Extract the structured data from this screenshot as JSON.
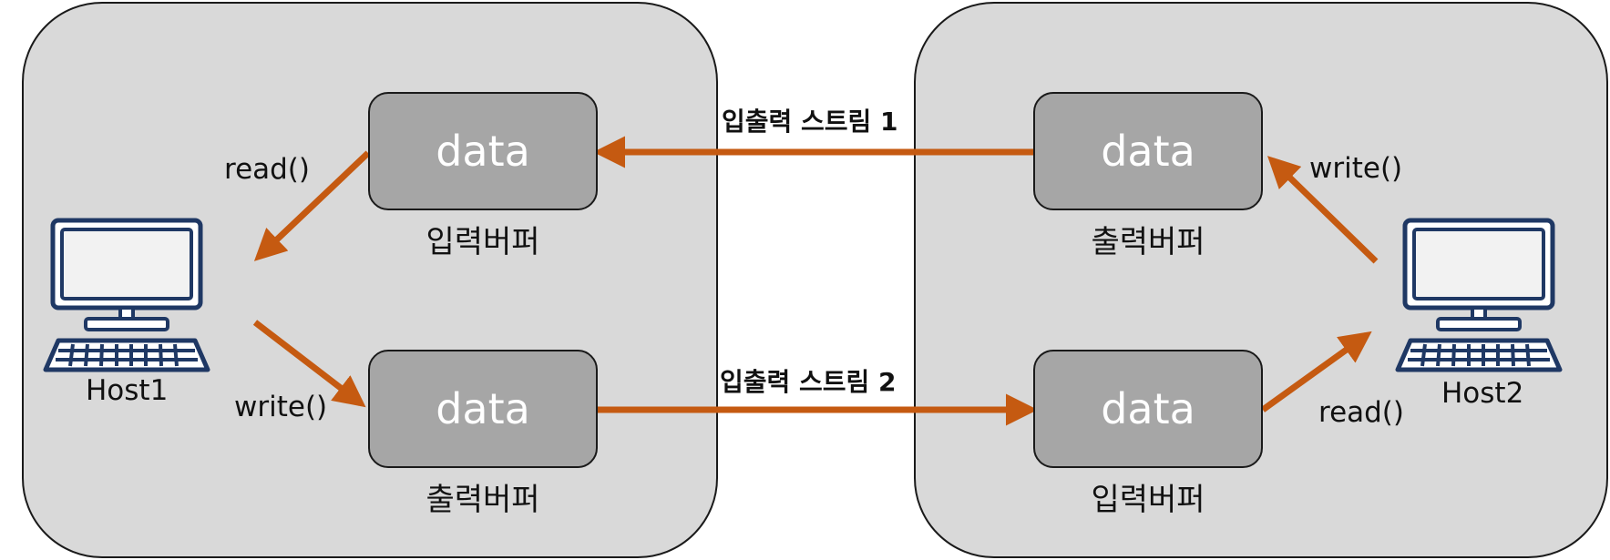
{
  "colors": {
    "panel": "#d9d9d9",
    "buffer": "#a6a6a6",
    "arrow": "#c55a11",
    "computer_outline": "#1f3864"
  },
  "icons": {
    "host1": "desktop-computer-icon",
    "host2": "desktop-computer-icon"
  },
  "host1": {
    "name": "Host1",
    "input_buffer": {
      "text": "data",
      "label": "입력버퍼"
    },
    "output_buffer": {
      "text": "data",
      "label": "출력버퍼"
    },
    "read_label": "read()",
    "write_label": "write()"
  },
  "host2": {
    "name": "Host2",
    "output_buffer": {
      "text": "data",
      "label": "출력버퍼"
    },
    "input_buffer": {
      "text": "data",
      "label": "입력버퍼"
    },
    "read_label": "read()",
    "write_label": "write()"
  },
  "streams": {
    "stream1": "입출력 스트림 1",
    "stream2": "입출력 스트림 2"
  }
}
